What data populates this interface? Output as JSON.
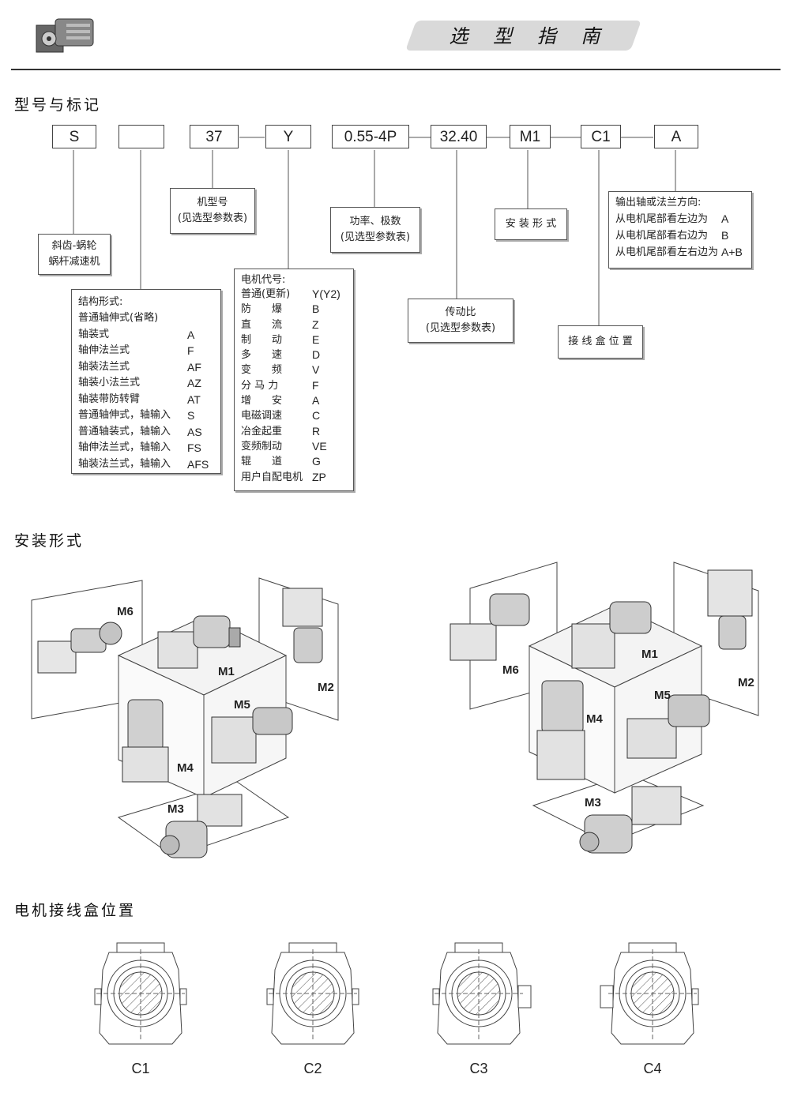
{
  "header": {
    "title": "选 型 指 南"
  },
  "section1": {
    "title": "型号与标记",
    "codes": [
      {
        "key": "s",
        "label": "S"
      },
      {
        "key": "struct",
        "label": ""
      },
      {
        "key": "size",
        "label": "37"
      },
      {
        "key": "motor",
        "label": "Y"
      },
      {
        "key": "power",
        "label": "0.55-4P"
      },
      {
        "key": "ratio",
        "label": "32.40"
      },
      {
        "key": "mount",
        "label": "M1"
      },
      {
        "key": "box",
        "label": "C1"
      },
      {
        "key": "shaft",
        "label": "A"
      }
    ],
    "notes": {
      "s": [
        "斜齿-蜗轮",
        "蜗杆减速机"
      ],
      "size": [
        "机型号",
        "(见选型参数表)"
      ],
      "power": [
        "功率、极数",
        "(见选型参数表)"
      ],
      "ratio": [
        "传动比",
        "(见选型参数表)"
      ],
      "mount": [
        "安 装 形 式"
      ],
      "box": [
        "接 线 盒 位 置"
      ]
    },
    "structure": {
      "title": "结构形式:",
      "rows": [
        {
          "name": "普通轴伸式(省略)",
          "code": ""
        },
        {
          "name": "轴装式",
          "code": "A"
        },
        {
          "name": "轴伸法兰式",
          "code": "F"
        },
        {
          "name": "轴装法兰式",
          "code": "AF"
        },
        {
          "name": "轴装小法兰式",
          "code": "AZ"
        },
        {
          "name": "轴装带防转臂",
          "code": "AT"
        },
        {
          "name": "普通轴伸式，轴输入",
          "code": "S"
        },
        {
          "name": "普通轴装式，轴输入",
          "code": "AS"
        },
        {
          "name": "轴伸法兰式，轴输入",
          "code": "FS"
        },
        {
          "name": "轴装法兰式，轴输入",
          "code": "AFS"
        }
      ]
    },
    "motor_code": {
      "title": "电机代号:",
      "rows": [
        {
          "name": "普通(更新)",
          "code": "Y(Y2)"
        },
        {
          "name": "防　　爆",
          "code": "B"
        },
        {
          "name": "直　　流",
          "code": "Z"
        },
        {
          "name": "制　　动",
          "code": "E"
        },
        {
          "name": "多　　速",
          "code": "D"
        },
        {
          "name": "变　　频",
          "code": "V"
        },
        {
          "name": "分 马 力",
          "code": "F"
        },
        {
          "name": "增　　安",
          "code": "A"
        },
        {
          "name": "电磁调速",
          "code": "C"
        },
        {
          "name": "冶金起重",
          "code": "R"
        },
        {
          "name": "变频制动",
          "code": "VE"
        },
        {
          "name": "辊　　道",
          "code": "G"
        },
        {
          "name": "用户自配电机",
          "code": "ZP"
        }
      ]
    },
    "shaft_dir": {
      "title": "输出轴或法兰方向:",
      "rows": [
        {
          "name": "从电机尾部看左边为",
          "code": "A"
        },
        {
          "name": "从电机尾部看右边为",
          "code": "B"
        },
        {
          "name": "从电机尾部看左右边为",
          "code": "A+B"
        }
      ]
    }
  },
  "section2": {
    "title": "安装形式",
    "left_labels": [
      "M6",
      "M1",
      "M2",
      "M5",
      "M4",
      "M3"
    ],
    "right_labels": [
      "M6",
      "M1",
      "M2",
      "M5",
      "M4",
      "M3"
    ]
  },
  "section3": {
    "title": "电机接线盒位置",
    "positions": [
      "C1",
      "C2",
      "C3",
      "C4"
    ]
  }
}
